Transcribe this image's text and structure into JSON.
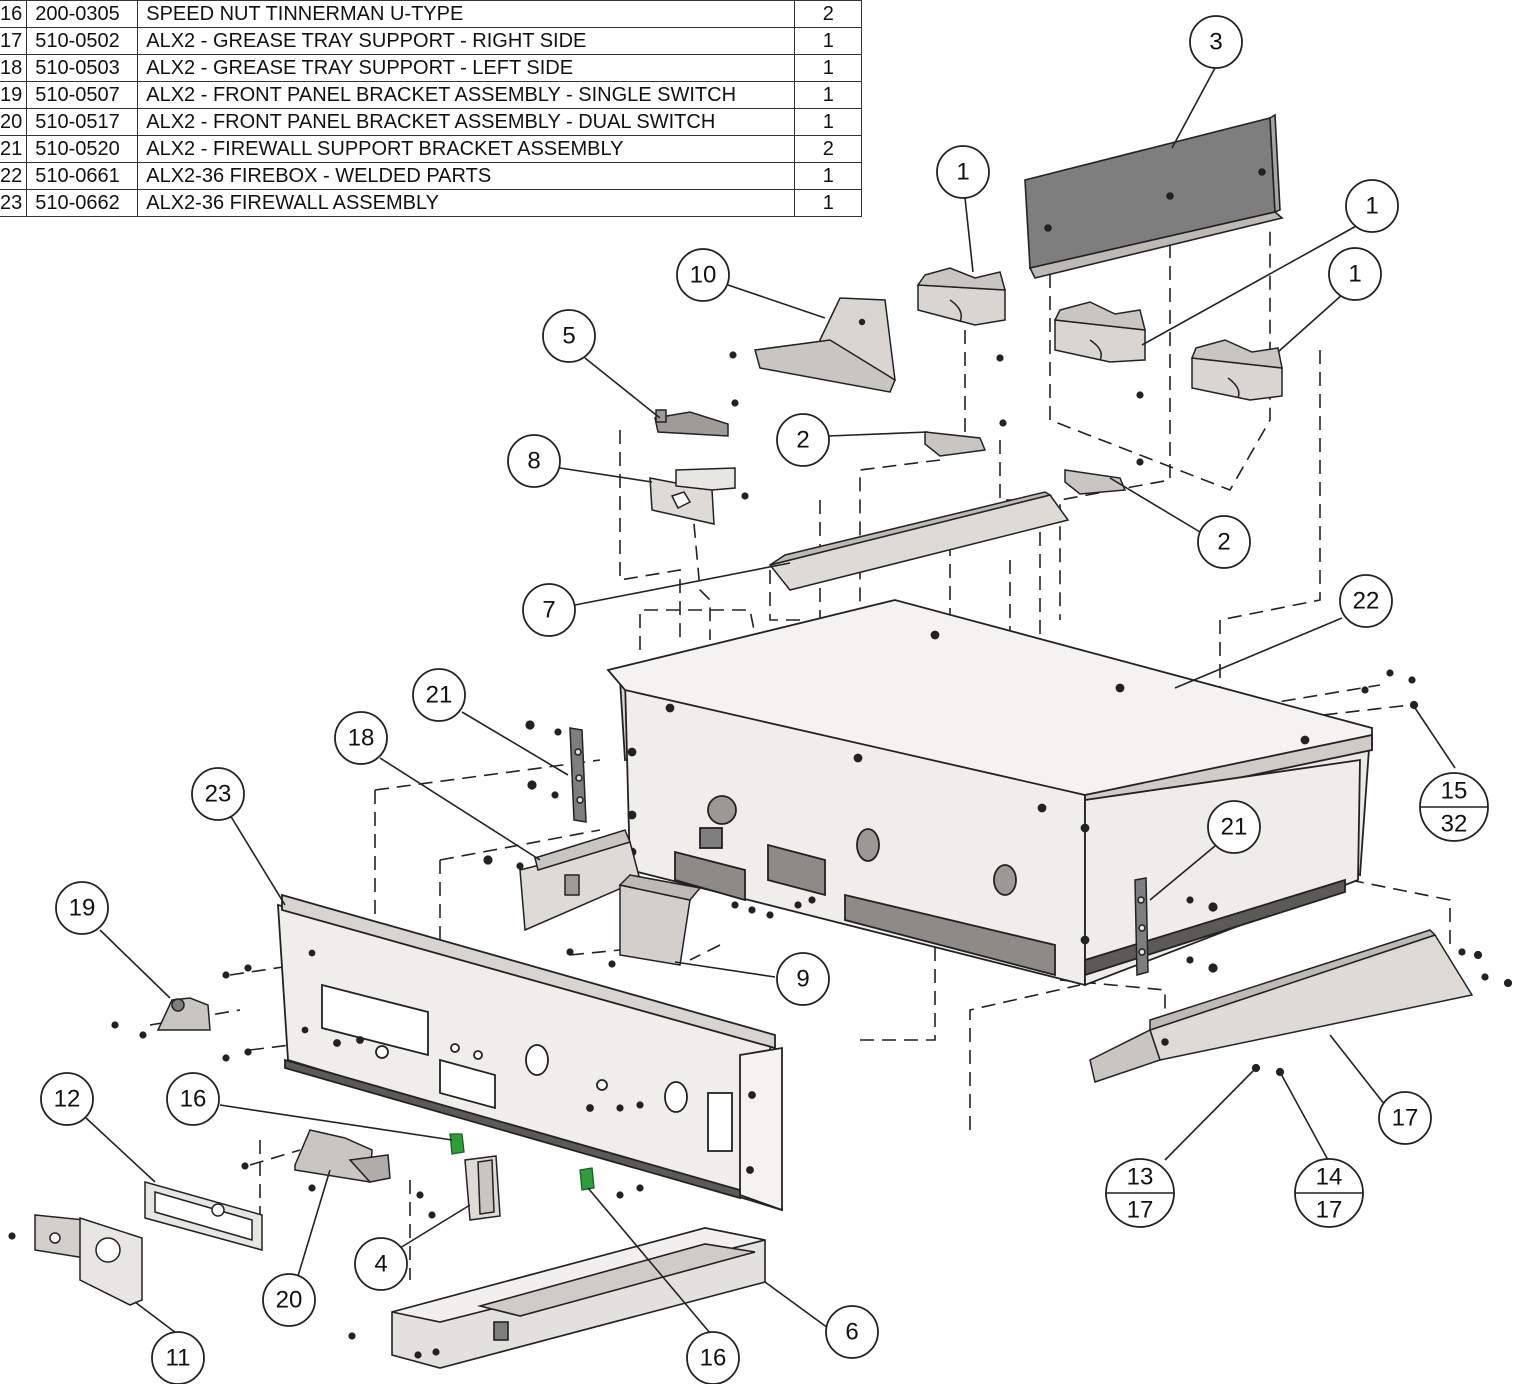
{
  "parts_table": {
    "rows": [
      {
        "item": "16",
        "part_number": "200-0305",
        "description": "SPEED NUT TINNERMAN U-TYPE",
        "qty": "2"
      },
      {
        "item": "17",
        "part_number": "510-0502",
        "description": "ALX2 - GREASE TRAY SUPPORT - RIGHT SIDE",
        "qty": "1"
      },
      {
        "item": "18",
        "part_number": "510-0503",
        "description": "ALX2 - GREASE TRAY SUPPORT - LEFT SIDE",
        "qty": "1"
      },
      {
        "item": "19",
        "part_number": "510-0507",
        "description": "ALX2 - FRONT PANEL BRACKET ASSEMBLY - SINGLE SWITCH",
        "qty": "1"
      },
      {
        "item": "20",
        "part_number": "510-0517",
        "description": "ALX2 - FRONT PANEL BRACKET ASSEMBLY - DUAL SWITCH",
        "qty": "1"
      },
      {
        "item": "21",
        "part_number": "510-0520",
        "description": "ALX2 - FIREWALL SUPPORT BRACKET ASSEMBLY",
        "qty": "2"
      },
      {
        "item": "22",
        "part_number": "510-0661",
        "description": "ALX2-36 FIREBOX - WELDED PARTS",
        "qty": "1"
      },
      {
        "item": "23",
        "part_number": "510-0662",
        "description": "ALX2-36 FIREWALL ASSEMBLY",
        "qty": "1"
      }
    ]
  },
  "callouts": {
    "c1a": "1",
    "c1b": "1",
    "c1c": "1",
    "c2a": "2",
    "c2b": "2",
    "c3": "3",
    "c4": "4",
    "c5": "5",
    "c6": "6",
    "c7": "7",
    "c8": "8",
    "c9": "9",
    "c10": "10",
    "c11": "11",
    "c12": "12",
    "c16a": "16",
    "c16b": "16",
    "c17": "17",
    "c18": "18",
    "c19": "19",
    "c20": "20",
    "c21a": "21",
    "c21b": "21",
    "c22": "22",
    "c23": "23"
  },
  "split_callouts": {
    "c13_top": "13",
    "c13_bottom": "17",
    "c14_top": "14",
    "c14_bottom": "17",
    "c15_top": "15",
    "c15_bottom": "32"
  },
  "colors": {
    "part_fill": "#e8e6e3",
    "part_shade": "#bdb9b4",
    "dark_part": "#7e7e7e",
    "speed_nut_green": "#2e9e3a",
    "line": "#222222"
  }
}
